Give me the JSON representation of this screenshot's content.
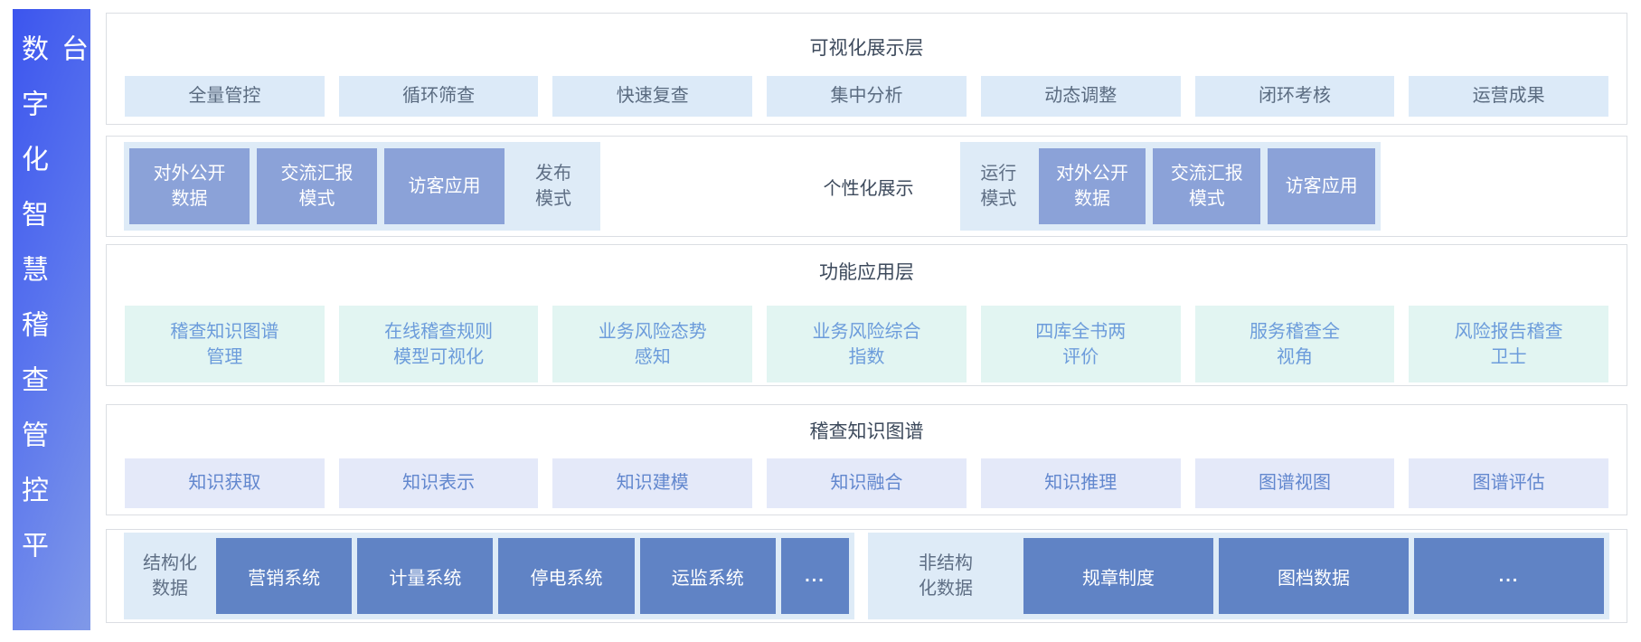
{
  "sidebar": {
    "title": "数字化智慧稽查管控平台"
  },
  "visualization_layer": {
    "title": "可视化展示层",
    "items": [
      "全量管控",
      "循环筛查",
      "快速复查",
      "集中分析",
      "动态调整",
      "闭环考核",
      "运营成果"
    ]
  },
  "display_mode_layer": {
    "publish_group": {
      "boxes": [
        "对外公开\n数据",
        "交流汇报\n模式",
        "访客应用"
      ],
      "label": "发布\n模式"
    },
    "center_label": "个性化展示",
    "run_group": {
      "label": "运行\n模式",
      "boxes": [
        "对外公开\n数据",
        "交流汇报\n模式",
        "访客应用"
      ]
    }
  },
  "application_layer": {
    "title": "功能应用层",
    "items": [
      "稽查知识图谱\n管理",
      "在线稽查规则\n模型可视化",
      "业务风险态势\n感知",
      "业务风险综合\n指数",
      "四库全书两\n评价",
      "服务稽查全\n视角",
      "风险报告稽查\n卫士"
    ]
  },
  "knowledge_graph_layer": {
    "title": "稽查知识图谱",
    "items": [
      "知识获取",
      "知识表示",
      "知识建模",
      "知识融合",
      "知识推理",
      "图谱视图",
      "图谱评估"
    ]
  },
  "data_layer": {
    "structured_group": {
      "label": "结构化\n数据",
      "boxes": [
        "营销系统",
        "计量系统",
        "停电系统",
        "运监系统"
      ],
      "more": "..."
    },
    "unstructured_group": {
      "label": "非结构\n化数据",
      "boxes": [
        "规章制度",
        "图档数据"
      ],
      "more": "..."
    }
  },
  "colors": {
    "sidebar_gradient_start": "#3C55EE",
    "sidebar_gradient_end": "#8099E8",
    "panel_light_blue": "#DEEBF7",
    "mode_box_blue": "#8BA2D8",
    "data_box_blue": "#6083C5",
    "item_light_blue": "#DCEAF8",
    "item_mint": "#E2F5F2",
    "item_lavender": "#E4E9F9",
    "title_text": "#3D4A5C",
    "item_blue_text": "#6C9CDB"
  }
}
